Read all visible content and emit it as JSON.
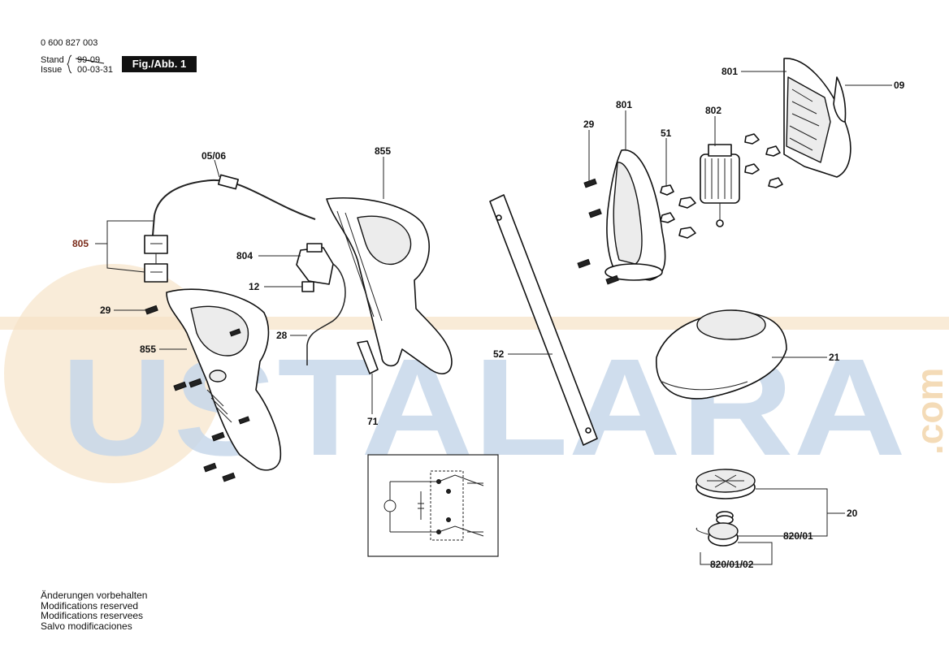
{
  "header": {
    "doc_number": "0 600 827 003",
    "stand_label": "Stand",
    "issue_label": "Issue",
    "stand_old_date": "99-09",
    "issue_date": "00-03-31",
    "figure_label": "Fig./Abb. 1"
  },
  "watermark": {
    "text": "USTALARA",
    "suffix": ".com",
    "colors": {
      "blue": "#c9d9ea",
      "orange": "#f5dfbf"
    }
  },
  "part_labels": [
    {
      "id": "801a",
      "text": "801"
    },
    {
      "id": "09",
      "text": "09"
    },
    {
      "id": "801b",
      "text": "801"
    },
    {
      "id": "802",
      "text": "802"
    },
    {
      "id": "29a",
      "text": "29"
    },
    {
      "id": "51",
      "text": "51"
    },
    {
      "id": "05_06",
      "text": "05/06"
    },
    {
      "id": "855a",
      "text": "855"
    },
    {
      "id": "805",
      "text": "805"
    },
    {
      "id": "804",
      "text": "804"
    },
    {
      "id": "12",
      "text": "12"
    },
    {
      "id": "29b",
      "text": "29"
    },
    {
      "id": "28",
      "text": "28"
    },
    {
      "id": "855b",
      "text": "855"
    },
    {
      "id": "52",
      "text": "52"
    },
    {
      "id": "21",
      "text": "21"
    },
    {
      "id": "71",
      "text": "71"
    },
    {
      "id": "20",
      "text": "20"
    },
    {
      "id": "820_01",
      "text": "820/01"
    },
    {
      "id": "820_01_02",
      "text": "820/01/02"
    }
  ],
  "notes": [
    "Änderungen vorbehalten",
    "Modifications reserved",
    "Modifications reservees",
    "Salvo modificaciones"
  ]
}
